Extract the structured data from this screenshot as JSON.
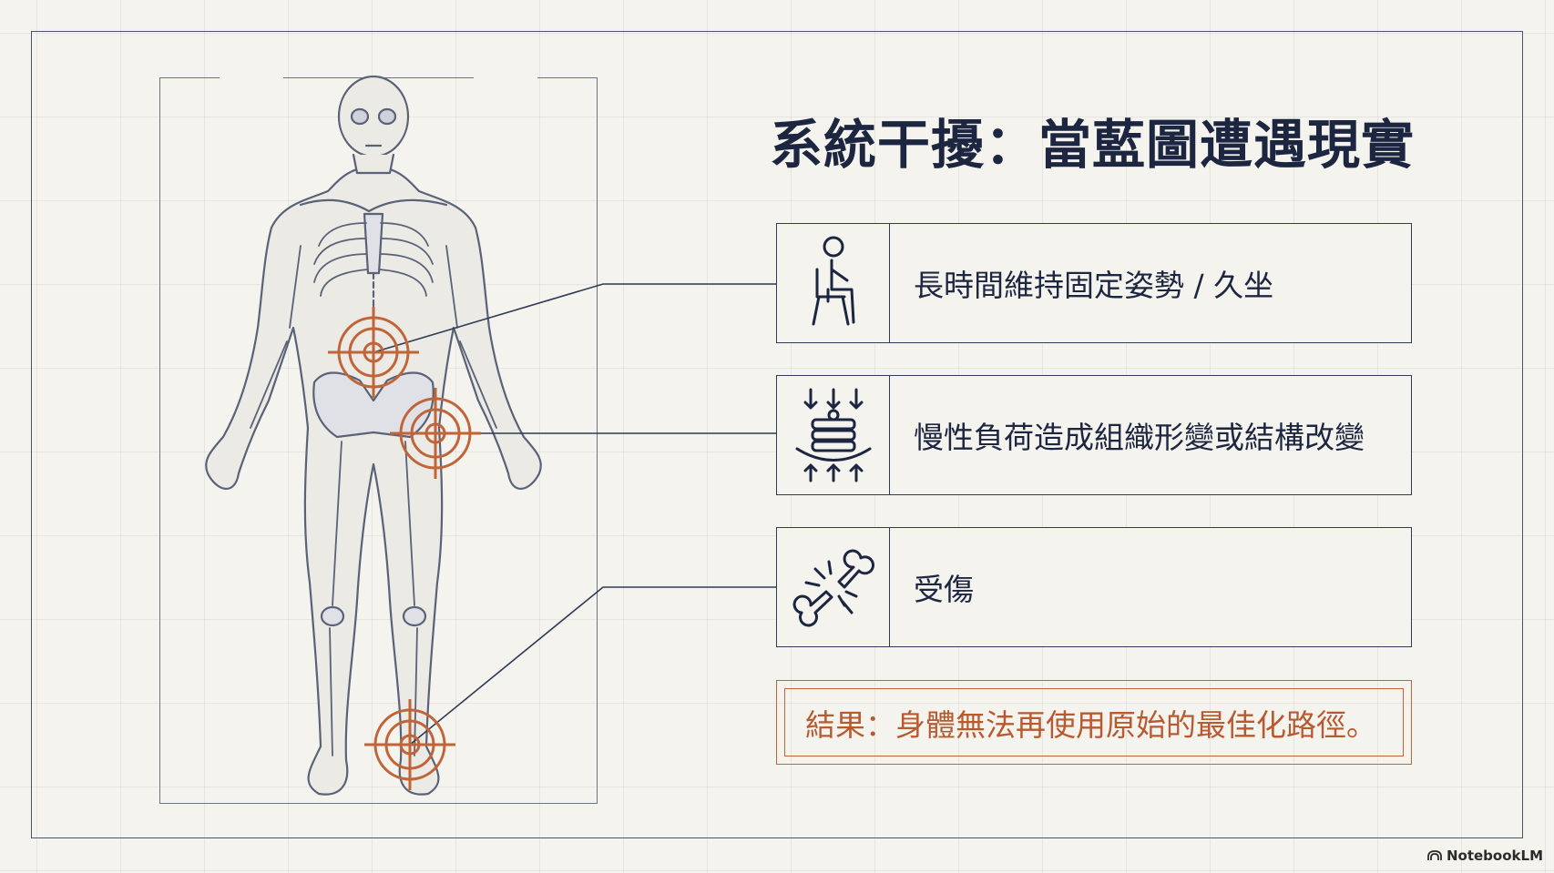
{
  "title": "系統干擾：當藍圖遭遇現實",
  "cards": [
    {
      "text": "長時間維持固定姿勢 / 久坐",
      "icon": "person-sitting-icon"
    },
    {
      "text": "慢性負荷造成組織形變或結構改變",
      "icon": "compression-load-icon"
    },
    {
      "text": "受傷",
      "icon": "broken-bone-icon"
    }
  ],
  "result": "結果：身體無法再使用原始的最佳化路徑。",
  "brand": "NotebookLM",
  "colors": {
    "ink": "#1d2640",
    "accent": "#c0643a",
    "background": "#f4f3ee"
  }
}
